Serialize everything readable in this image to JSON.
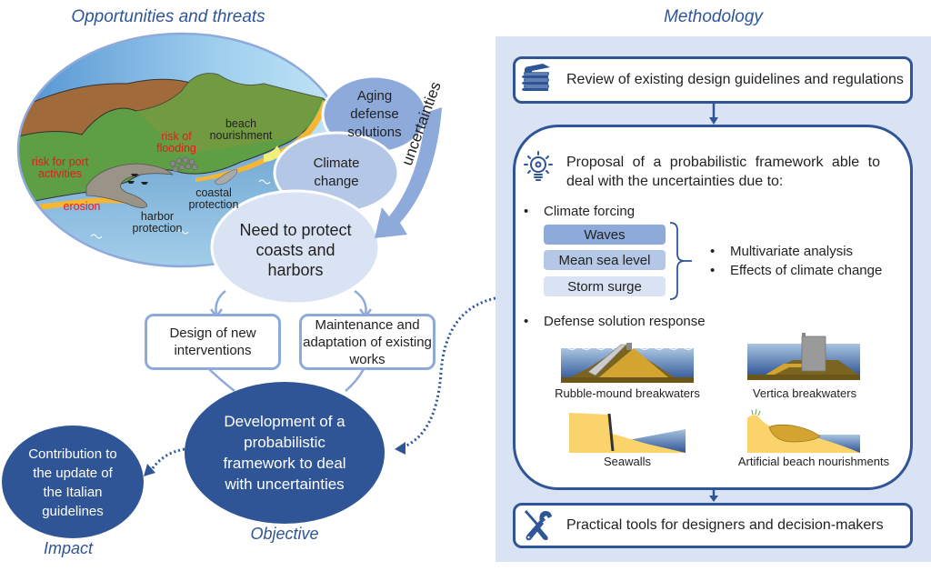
{
  "left": {
    "opportunities_title": "Opportunities and threats",
    "map_labels": {
      "risk_port": "risk for port activities",
      "risk_flooding": "risk of flooding",
      "beach_nourishment": "beach nourishment",
      "erosion": "erosion",
      "harbor_protection": "harbor protection",
      "coastal_protection": "coastal protection"
    },
    "aging": "Aging defense solutions",
    "climate": "Climate change",
    "uncertainties": "uncertainties",
    "need": "Need to protect coasts and harbors",
    "design_new": "Design of new interventions",
    "maintenance": "Maintenance and adaptation of existing works",
    "objective_text": "Development of a probabilistic framework to deal with uncertainties",
    "objective_label": "Objective",
    "impact_text": "Contribution to the update of the Italian guidelines",
    "impact_label": "Impact"
  },
  "methodology": {
    "title": "Methodology",
    "review": {
      "icon": "books-icon",
      "label": "Review of existing design guidelines and regulations"
    },
    "proposal": {
      "icon": "lightbulb-gear-icon",
      "label_line1": "Proposal of a probabilistic framework able to",
      "label_line2": "deal with the uncertainties due to:",
      "climate_forcing": "Climate forcing",
      "forcings": [
        "Waves",
        "Mean sea level",
        "Storm surge"
      ],
      "analyses": [
        "Multivariate analysis",
        "Effects of climate change"
      ],
      "defense_response": "Defense solution response",
      "structures": [
        "Rubble-mound breakwaters",
        "Vertica breakwaters",
        "Seawalls",
        "Artificial beach nourishments"
      ]
    },
    "tools": {
      "icon": "wrench-screwdriver-icon",
      "label": "Practical tools for designers and decision-makers"
    }
  },
  "colors": {
    "dark_blue": "#2f5597",
    "mid_blue": "#8eaadb",
    "light_blue": "#b4c7e7",
    "pale_blue": "#dae3f3",
    "red": "#e8191c"
  }
}
